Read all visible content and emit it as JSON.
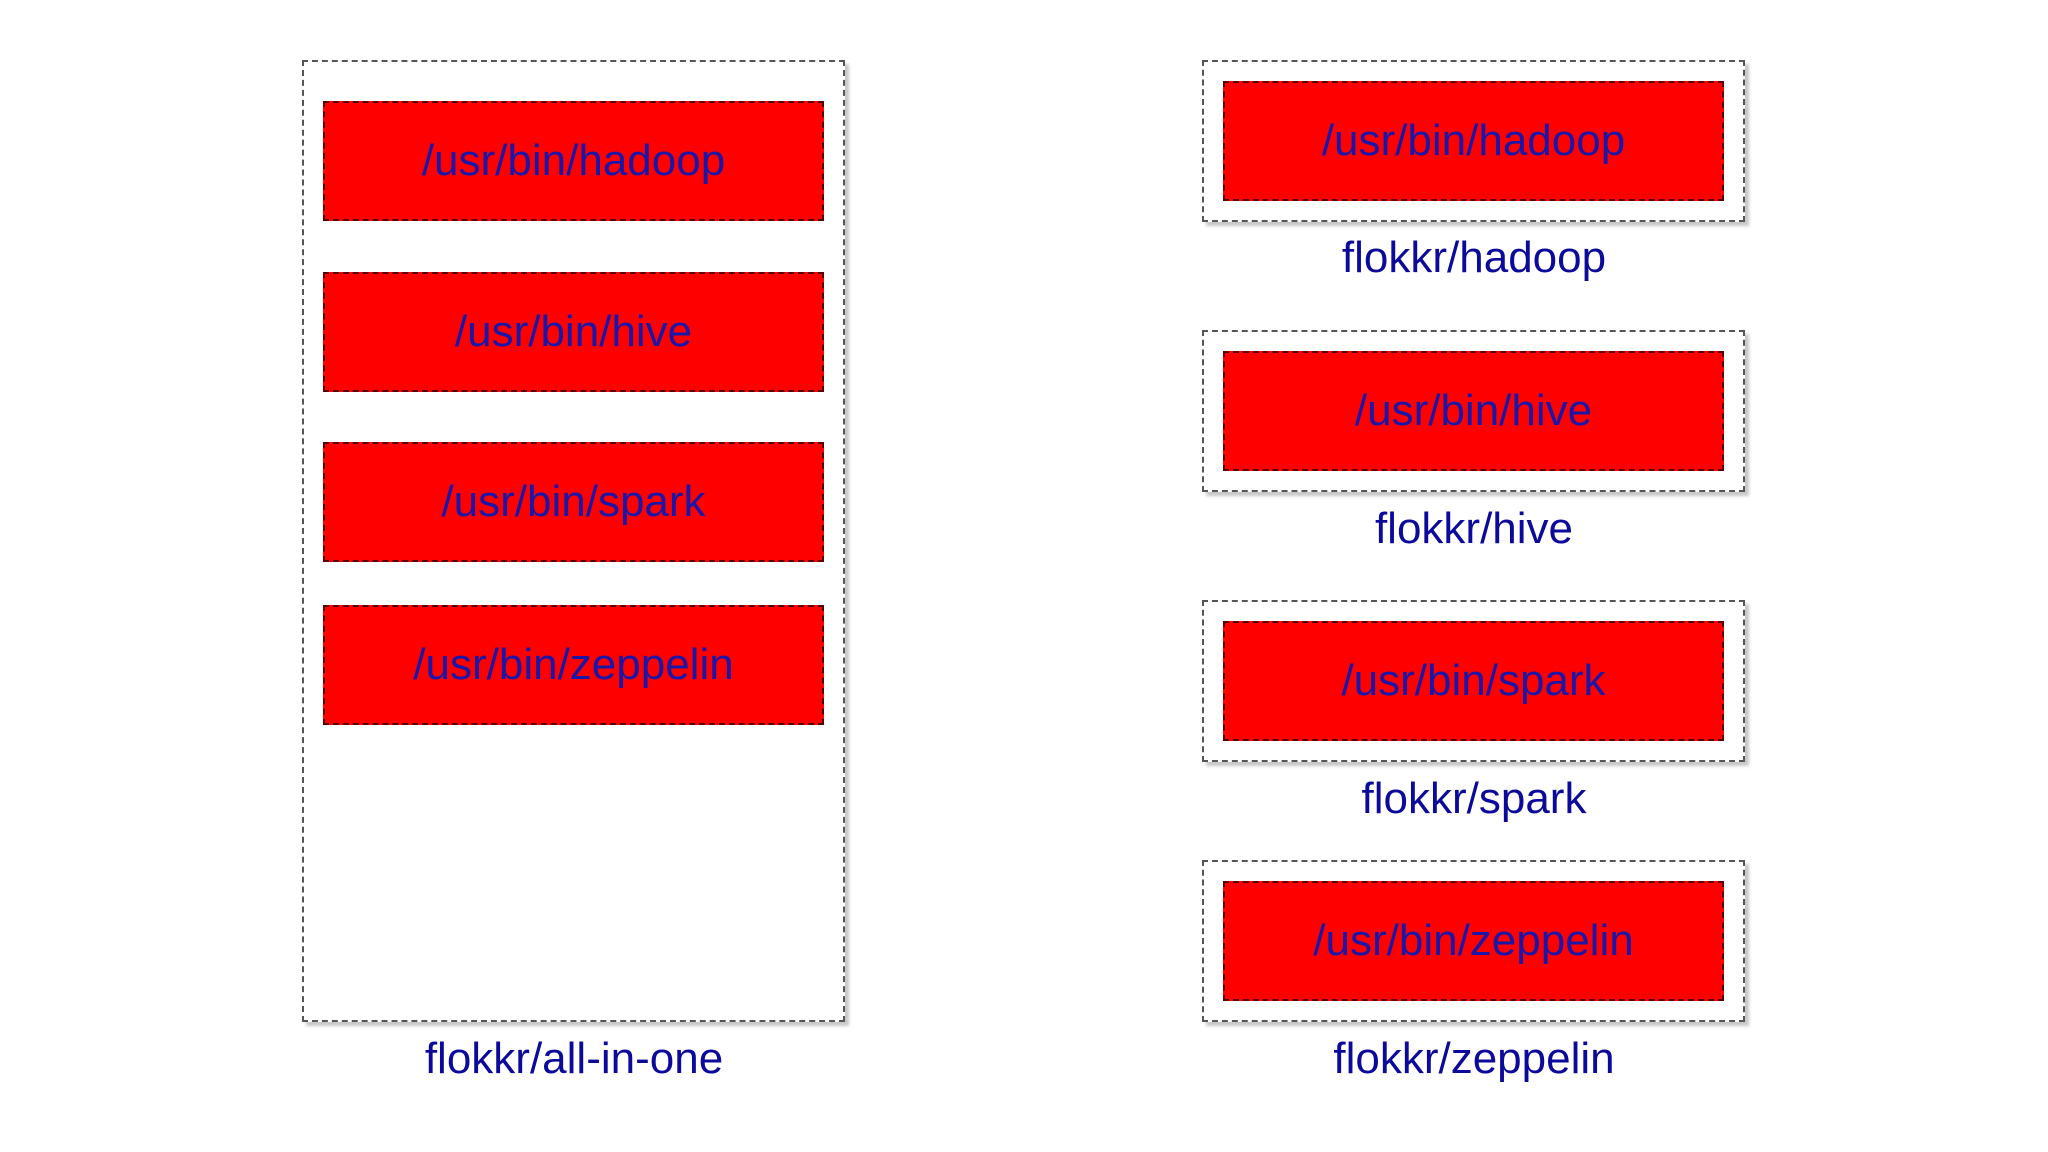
{
  "all_in_one": {
    "label": "flokkr/all-in-one",
    "binaries": [
      "/usr/bin/hadoop",
      "/usr/bin/hive",
      "/usr/bin/spark",
      "/usr/bin/zeppelin"
    ]
  },
  "separate_images": [
    {
      "label": "flokkr/hadoop",
      "binary": "/usr/bin/hadoop"
    },
    {
      "label": "flokkr/hive",
      "binary": "/usr/bin/hive"
    },
    {
      "label": "flokkr/spark",
      "binary": "/usr/bin/spark"
    },
    {
      "label": "flokkr/zeppelin",
      "binary": "/usr/bin/zeppelin"
    }
  ],
  "colors": {
    "binary_fill": "#ff0000",
    "text": "#1a17a8",
    "container_border": "#555555"
  }
}
